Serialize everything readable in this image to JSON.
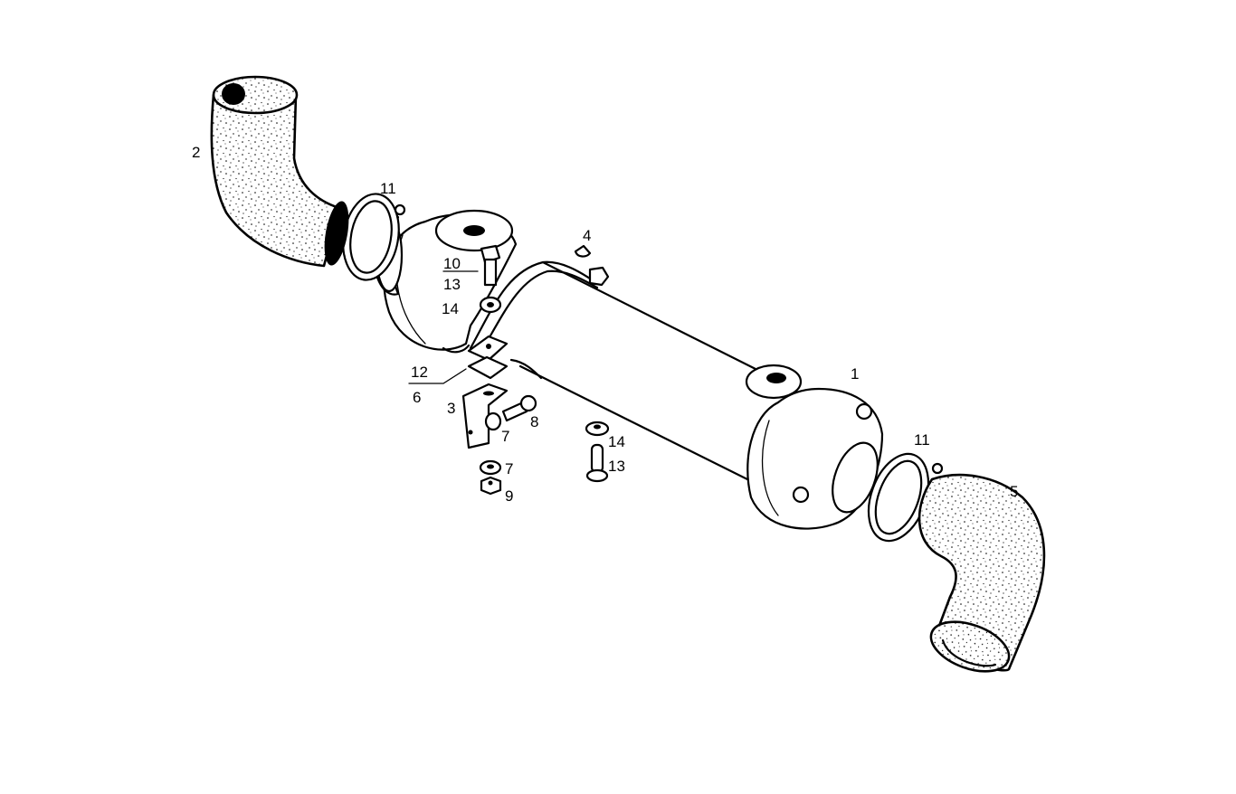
{
  "diagram": {
    "type": "exploded parts diagram",
    "subject": "Heat exchanger / oil cooler assembly with hoses and clamps",
    "background_color": "#ffffff",
    "line_color": "#000000",
    "callouts": [
      {
        "id": "label-2",
        "text": "2",
        "part": "Hose (inlet elbow)"
      },
      {
        "id": "label-11-left",
        "text": "11",
        "part": "Hose clamp"
      },
      {
        "id": "label-4",
        "text": "4",
        "part": "Plug"
      },
      {
        "id": "label-10",
        "text": "10",
        "part": "Bolt"
      },
      {
        "id": "label-13-upper",
        "text": "13",
        "part": "Bolt"
      },
      {
        "id": "label-14-upper",
        "text": "14",
        "part": "Washer"
      },
      {
        "id": "label-12",
        "text": "12",
        "part": "Strap clamp"
      },
      {
        "id": "label-6",
        "text": "6",
        "part": "Bracket"
      },
      {
        "id": "label-3",
        "text": "3",
        "part": "Angle bracket"
      },
      {
        "id": "label-8",
        "text": "8",
        "part": "Screw"
      },
      {
        "id": "label-7-upper",
        "text": "7",
        "part": "Washer"
      },
      {
        "id": "label-7-lower",
        "text": "7",
        "part": "Washer"
      },
      {
        "id": "label-9",
        "text": "9",
        "part": "Nut"
      },
      {
        "id": "label-14-lower",
        "text": "14",
        "part": "Washer"
      },
      {
        "id": "label-13-lower",
        "text": "13",
        "part": "Bolt"
      },
      {
        "id": "label-1",
        "text": "1",
        "part": "Heat exchanger body"
      },
      {
        "id": "label-11-right",
        "text": "11",
        "part": "Hose clamp"
      },
      {
        "id": "label-5",
        "text": "5",
        "part": "Hose (outlet elbow)"
      }
    ]
  }
}
